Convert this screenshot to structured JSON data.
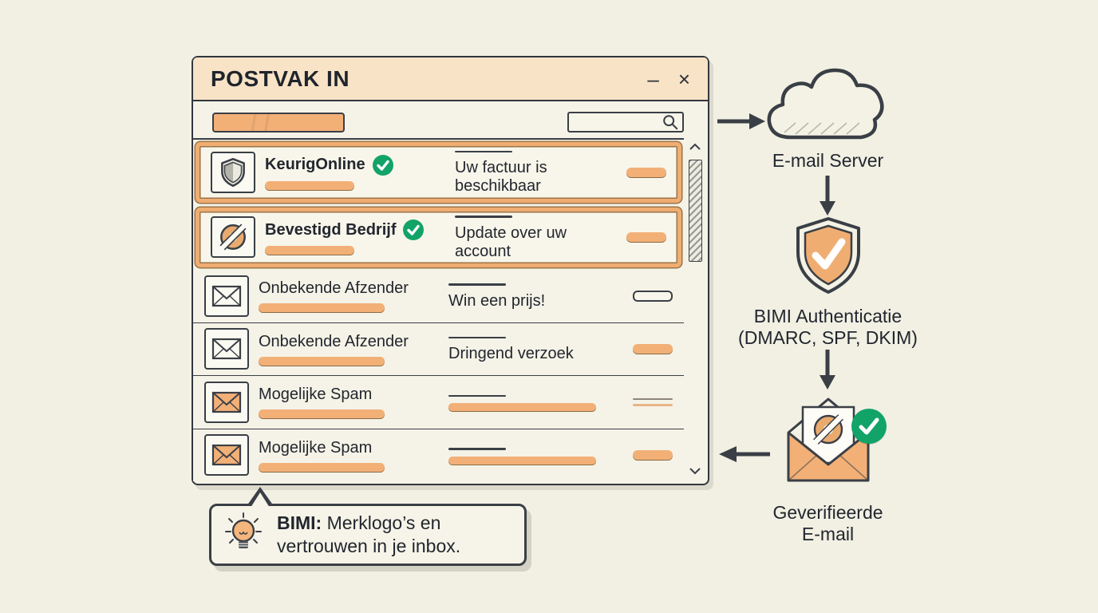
{
  "window": {
    "title": "POSTVAK IN",
    "controls": {
      "minimize": "–",
      "close": "×"
    },
    "toolbar": {
      "search_placeholder": "",
      "search_icon": "magnifier-icon",
      "label_button": "orange-label-button"
    },
    "emails": [
      {
        "sender": "KeurigOnline",
        "verified": true,
        "icon": "shield-icon",
        "subject": "Uw factuur is beschikbaar",
        "highlighted": true,
        "right_marker": "filled-pill"
      },
      {
        "sender": "Bevestigd Bedrijf",
        "verified": true,
        "icon": "brand-logo-icon",
        "subject": "Update over uw account",
        "highlighted": true,
        "right_marker": "filled-pill"
      },
      {
        "sender": "Onbekende Afzender",
        "verified": false,
        "icon": "envelope-icon",
        "subject": "Win een prijs!",
        "highlighted": false,
        "right_marker": "outline-pill"
      },
      {
        "sender": "Onbekende Afzender",
        "verified": false,
        "icon": "envelope-icon",
        "subject": "Dringend verzoek",
        "highlighted": false,
        "right_marker": "filled-pill"
      },
      {
        "sender": "Mogelijke Spam",
        "verified": false,
        "icon": "spam-envelope-icon",
        "subject": "",
        "highlighted": false,
        "right_marker": "thin-lines"
      },
      {
        "sender": "Mogelijke Spam",
        "verified": false,
        "icon": "spam-envelope-icon",
        "subject": "",
        "highlighted": false,
        "right_marker": "filled-pill"
      }
    ],
    "scrollbar": {
      "up_icon": "chevron-up-icon",
      "down_icon": "chevron-down-icon"
    }
  },
  "flow": {
    "server": {
      "icon": "cloud-icon",
      "label": "E-mail Server"
    },
    "auth": {
      "icon": "shield-check-icon",
      "label_line1": "BIMI Authenticatie",
      "label_line2": "(DMARC, SPF, DKIM)"
    },
    "verified": {
      "icon": "verified-envelope-icon",
      "label_line1": "Geverifieerde",
      "label_line2": "E-mail"
    }
  },
  "callout": {
    "icon": "lightbulb-icon",
    "term": "BIMI:",
    "line1_rest": " Merklogo’s en",
    "line2": "vertrouwen in je inbox."
  },
  "colors": {
    "background": "#f1f0e3",
    "window_fill": "#f5f3e7",
    "titlebar": "#f8e3c6",
    "accent_orange": "#f2b077",
    "verified_green": "#12a369",
    "ink": "#32373f"
  }
}
